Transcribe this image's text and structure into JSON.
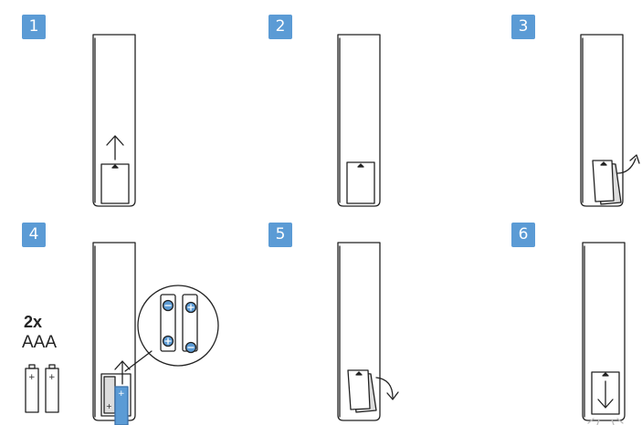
{
  "steps": [
    {
      "number": "1"
    },
    {
      "number": "2"
    },
    {
      "number": "3"
    },
    {
      "number": "4"
    },
    {
      "number": "5"
    },
    {
      "number": "6"
    }
  ],
  "battery_info": {
    "quantity": "2x",
    "type": "AAA"
  },
  "colors": {
    "badge": "#5b9bd5",
    "accent": "#4a90d9",
    "line": "#222222",
    "cover": "#dddddd"
  },
  "icons": [
    "remote-control",
    "battery-cover",
    "arrow-up-icon",
    "arrow-down-icon",
    "battery-icon",
    "polarity-plus-icon",
    "polarity-minus-icon",
    "magnifier-circle",
    "sparkle-icon"
  ]
}
